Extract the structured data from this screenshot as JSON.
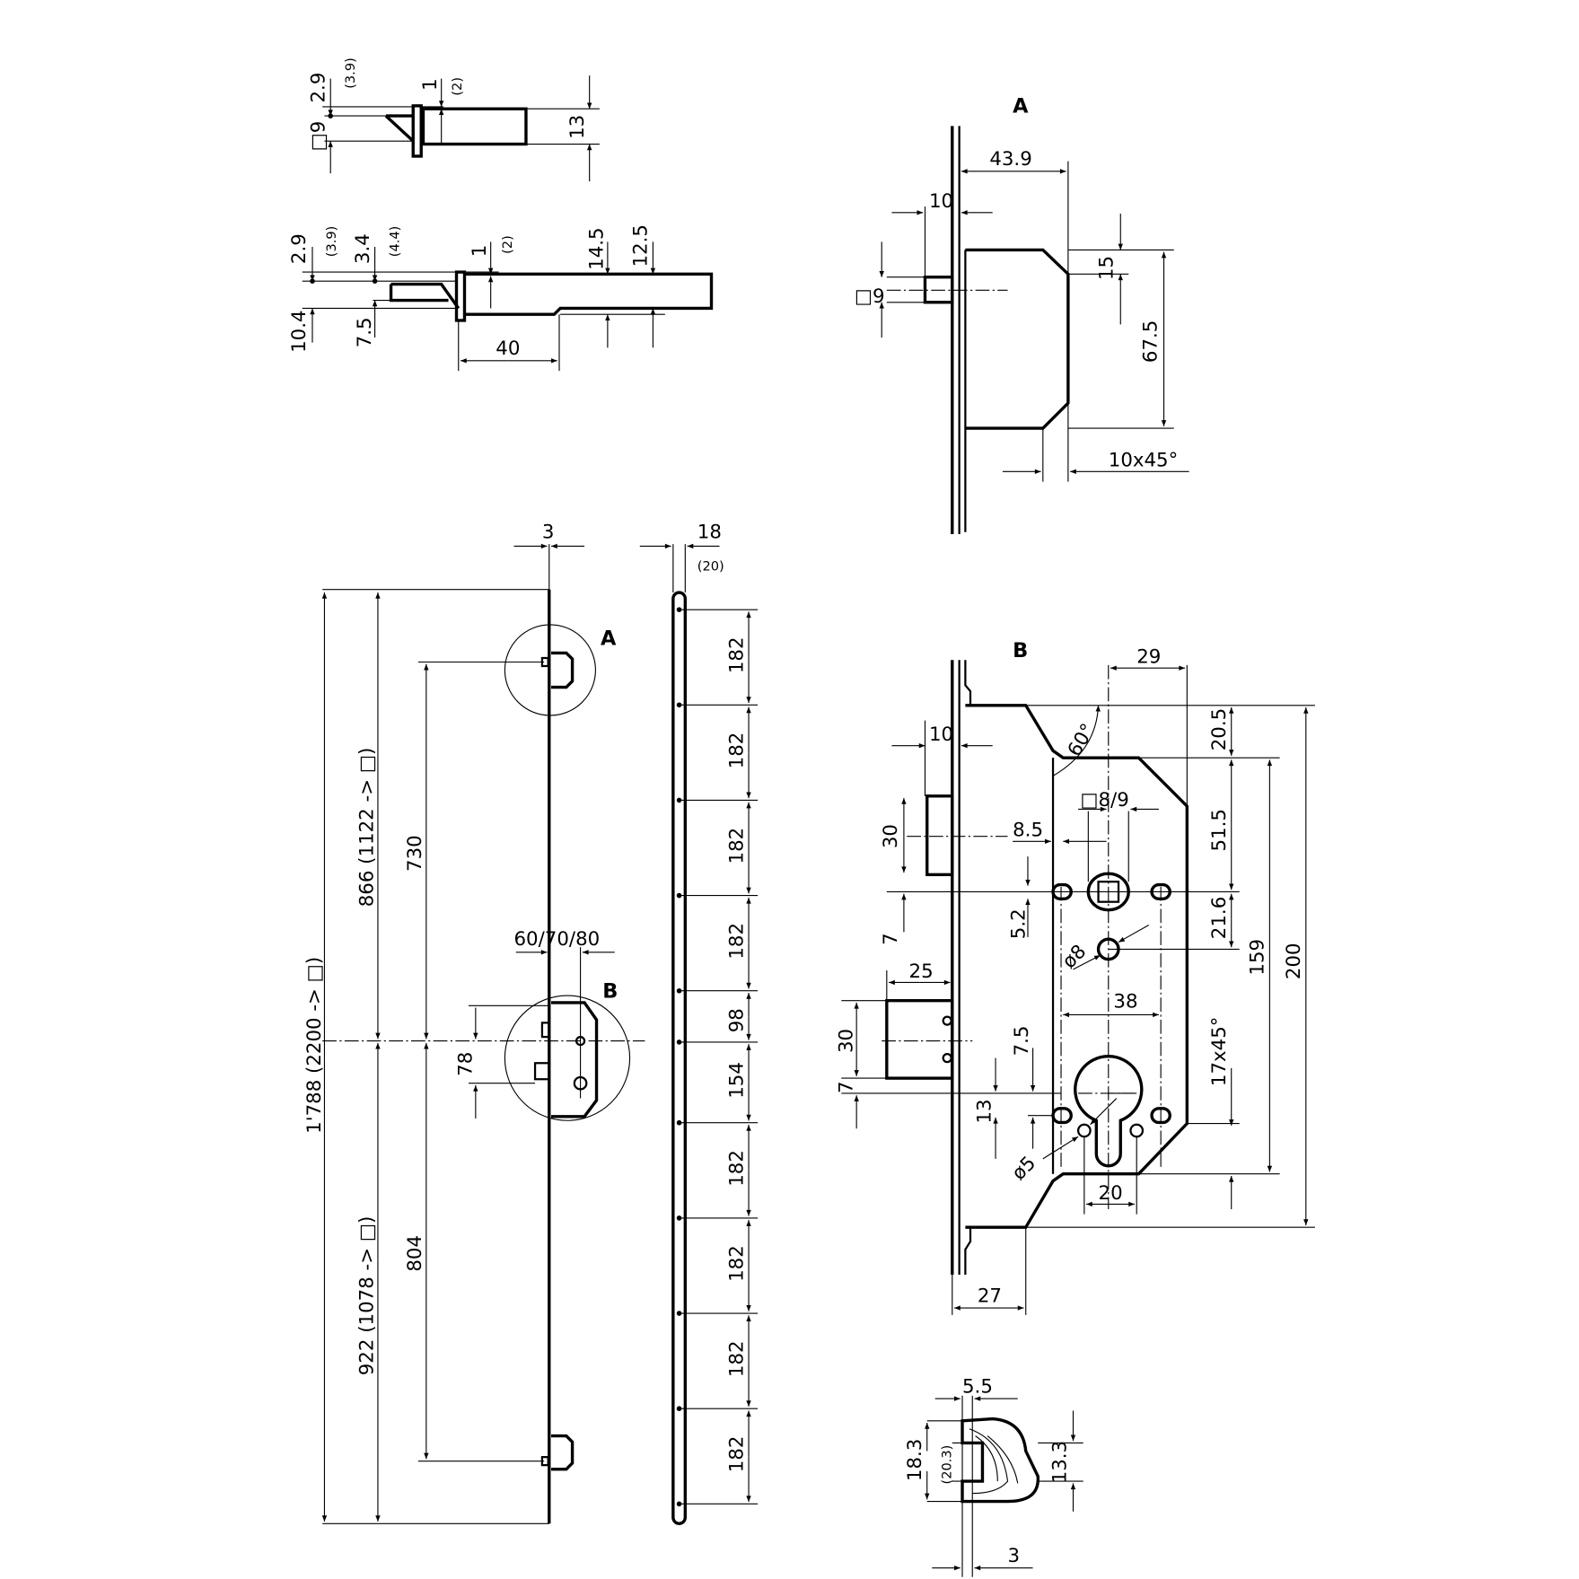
{
  "detail_top_latch": {
    "dim_offset": "2.9",
    "dim_offset_alt": "(3.9)",
    "dim_square": "□9",
    "dim_gap": "1",
    "dim_gap_alt": "(2)",
    "dim_height": "13"
  },
  "detail_top_latch_bolt": {
    "dim_offset": "2.9",
    "dim_offset_alt": "(3.9)",
    "dim_offset2": "3.4",
    "dim_offset2_alt": "(4.4)",
    "dim_gap": "1",
    "dim_gap_alt": "(2)",
    "dim_h1": "14.5",
    "dim_h2": "12.5",
    "dim_low1": "10.4",
    "dim_low2": "7.5",
    "dim_length": "40"
  },
  "detail_a": {
    "label": "A",
    "dim_depth": "43.9",
    "dim_plate": "10",
    "dim_square": "□9",
    "dim_15": "15",
    "dim_height": "67.5",
    "dim_chamfer": "10x45°"
  },
  "elevation": {
    "dim_plate_thickness": "3",
    "dim_overall": "1'788 (2200 -> □)",
    "dim_upper": "866 (1122 -> □)",
    "dim_lower": "922 (1078 -> □)",
    "dim_730": "730",
    "dim_804": "804",
    "dim_78": "78",
    "dim_backset": "60/70/80",
    "callout_a": "A",
    "callout_b": "B"
  },
  "side_rail": {
    "dim_width": "18",
    "dim_width_alt": "(20)",
    "spacings": [
      "182",
      "182",
      "182",
      "182",
      "98",
      "154",
      "182",
      "182",
      "182",
      "182"
    ]
  },
  "detail_b": {
    "label": "B",
    "dim_29": "29",
    "dim_10": "10",
    "dim_angle": "60°",
    "dim_spindle": "□8/9",
    "dim_8_5": "8.5",
    "dim_30a": "30",
    "dim_7a": "7",
    "dim_5_2": "5.2",
    "dim_dia8": "ø8",
    "dim_25": "25",
    "dim_38": "38",
    "dim_30b": "30",
    "dim_7b": "7",
    "dim_7_5": "7.5",
    "dim_13": "13",
    "dim_dia5": "ø5",
    "dim_20": "20",
    "dim_27": "27",
    "dim_20_5": "20.5",
    "dim_51_5": "51.5",
    "dim_21_6": "21.6",
    "dim_chamfer": "17x45°",
    "dim_159": "159",
    "dim_200": "200"
  },
  "profile": {
    "dim_5_5": "5.5",
    "dim_18_3": "18.3",
    "dim_20_3": "(20.3)",
    "dim_13_3": "13.3",
    "dim_3": "3"
  }
}
